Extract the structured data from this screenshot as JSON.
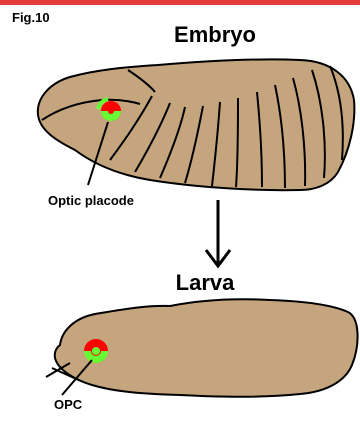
{
  "figure": {
    "label": "Fig.10"
  },
  "stages": {
    "embryo": {
      "title": "Embryo",
      "annotation": "Optic placode"
    },
    "larva": {
      "title": "Larva",
      "annotation": "OPC"
    }
  },
  "colors": {
    "body_fill": "#c4a57e",
    "outline": "#000000",
    "marker_red": "#ff0000",
    "marker_green": "#66ff33",
    "top_bar": "#e23b3b"
  }
}
